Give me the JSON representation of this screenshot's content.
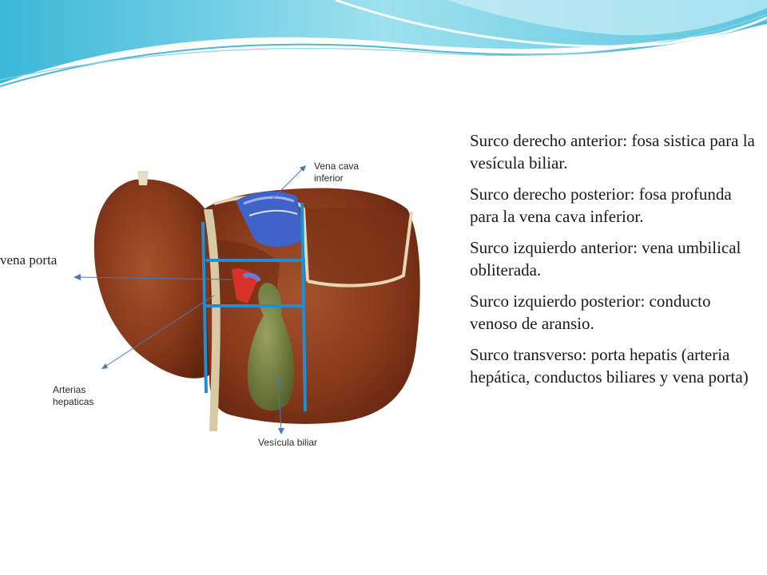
{
  "labels": {
    "vena_porta": "vena porta",
    "vena_cava_line1": "Vena cava",
    "vena_cava_line2": "inferior",
    "arterias_line1": "Arterias",
    "arterias_line2": "hepaticas",
    "vesicula": "Vesícula biliar"
  },
  "notes": [
    "Surco derecho anterior: fosa sistica para la vesícula biliar.",
    "Surco derecho posterior: fosa profunda para la vena cava inferior.",
    "Surco izquierdo anterior: vena umbilical obliterada.",
    "Surco izquierdo posterior: conducto venoso de aransio.",
    "Surco transverso: porta hepatis (arteria hepática, conductos biliares y vena porta)"
  ],
  "colors": {
    "header_wave": "#7fd0e6",
    "liver": "#8a3a1c",
    "guide_lines": "#1e8fd6",
    "vena_cava": "#3f63c8",
    "gallbladder": "#6e7a3e"
  }
}
